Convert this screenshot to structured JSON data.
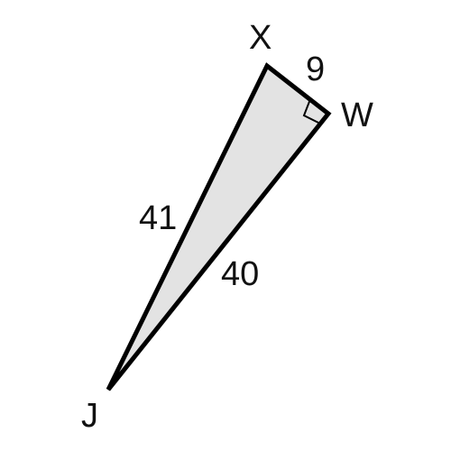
{
  "figure": {
    "vertices": {
      "x": "X",
      "w": "W",
      "j": "J"
    },
    "sides": {
      "xw": "9",
      "xj": "41",
      "wj": "40"
    },
    "right_angle_at": "W",
    "colors": {
      "fill": "#e3e3e3",
      "stroke": "#000000",
      "text": "#111111"
    }
  }
}
